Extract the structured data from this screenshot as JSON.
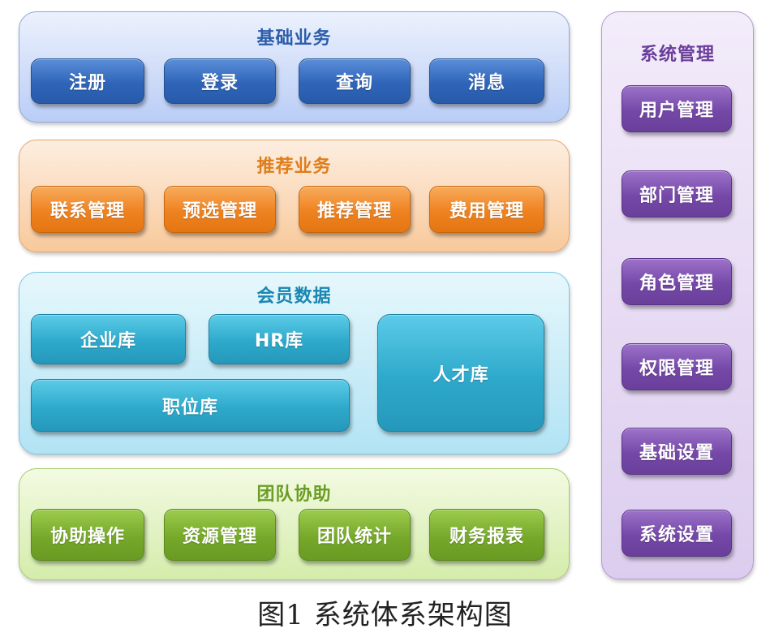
{
  "basic": {
    "title": "基础业务",
    "items": [
      "注册",
      "登录",
      "查询",
      "消息"
    ]
  },
  "recommend": {
    "title": "推荐业务",
    "items": [
      "联系管理",
      "预选管理",
      "推荐管理",
      "费用管理"
    ]
  },
  "member": {
    "title": "会员数据",
    "enterprise": "企业库",
    "hr": "HR库",
    "position": "职位库",
    "talent": "人才库"
  },
  "team": {
    "title": "团队协助",
    "items": [
      "协助操作",
      "资源管理",
      "团队统计",
      "财务报表"
    ]
  },
  "system": {
    "title": "系统管理",
    "items": [
      "用户管理",
      "部门管理",
      "角色管理",
      "权限管理",
      "基础设置",
      "系统设置"
    ]
  },
  "caption": "图1  系统体系架构图",
  "colors": {
    "blue": "#2f65b9",
    "orange": "#ef8220",
    "cyan": "#2ea9cb",
    "green": "#76a82b",
    "purple": "#7548a8"
  }
}
